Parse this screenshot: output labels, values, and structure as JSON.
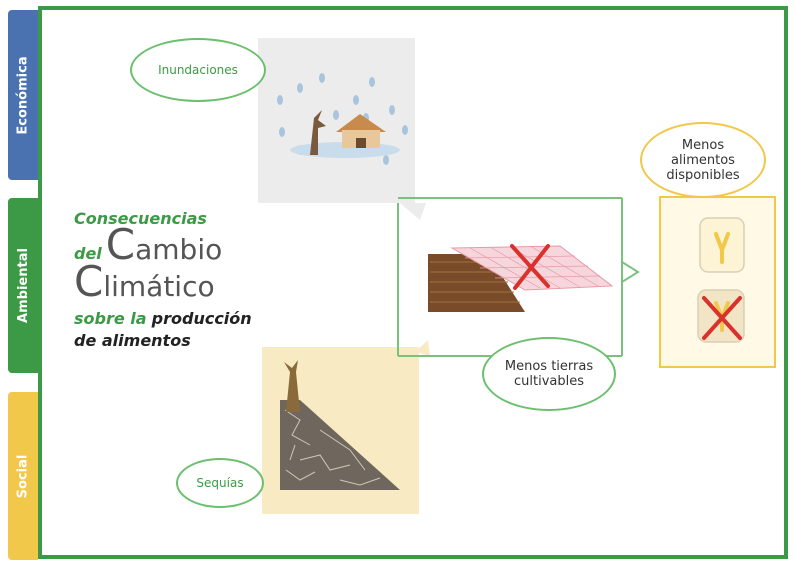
{
  "categories": {
    "economica": "Económica",
    "ambiental": "Ambiental",
    "social": "Social"
  },
  "title": {
    "line1": "Consecuencias",
    "line2_prefix": "del",
    "cambio_cap": "C",
    "cambio_rest": "ambio",
    "climatico_cap": "C",
    "climatico_rest": "limático",
    "line4_prefix": "sobre la",
    "line4_bold": "producción",
    "line5": "de alimentos"
  },
  "labels": {
    "inundaciones": "Inundaciones",
    "sequias": "Sequías",
    "menos_tierras_1": "Menos tierras",
    "menos_tierras_2": "cultivables",
    "menos_alimentos_1": "Menos",
    "menos_alimentos_2": "alimentos",
    "menos_alimentos_3": "disponibles"
  },
  "colors": {
    "economica": "#4a72b0",
    "ambiental": "#3c9a46",
    "social": "#f2c84b"
  }
}
